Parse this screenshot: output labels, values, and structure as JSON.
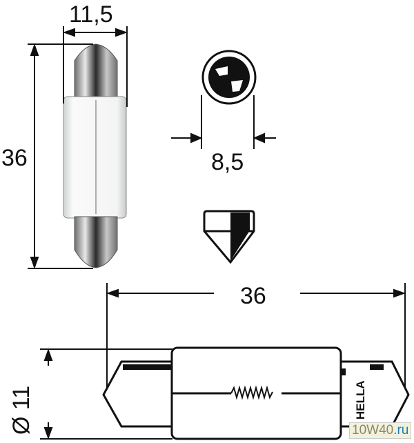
{
  "dimensions": {
    "bulb_length": "36",
    "bulb_diameter_top": "11,5",
    "cap_diameter": "8,5",
    "side_length": "36",
    "side_diameter": "Ø 11"
  },
  "brand_mark": "HELLA",
  "watermark": {
    "main": "10W40",
    "suffix": ".ru"
  },
  "colors": {
    "line": "#111111",
    "glass": "#f4f6f6",
    "metal": "#9a9a9a"
  }
}
